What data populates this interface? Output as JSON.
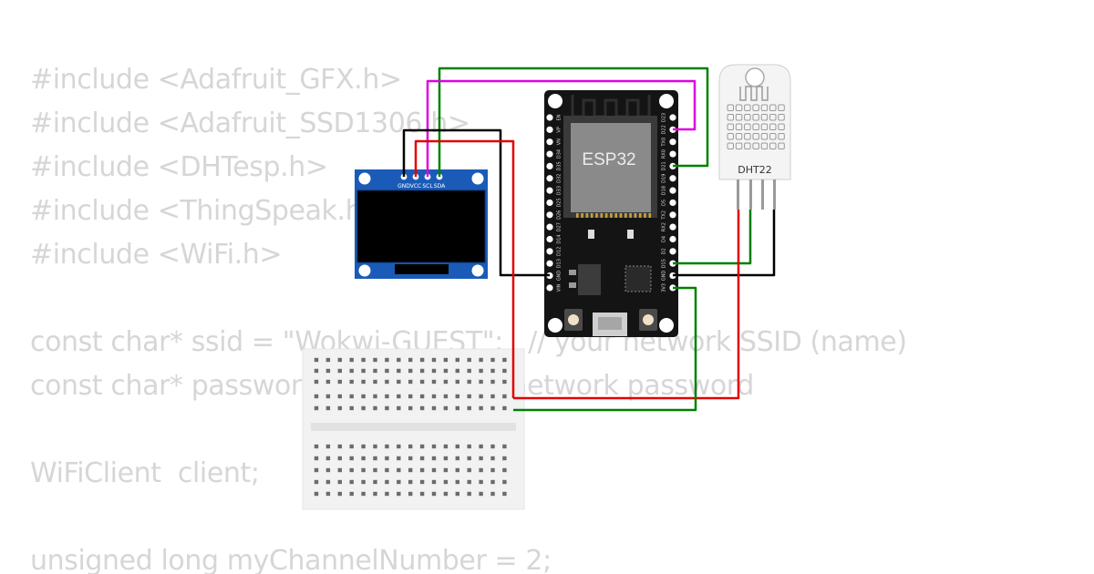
{
  "code_lines": [
    "#include <Adafruit_GFX.h>",
    "#include <Adafruit_SSD1306.h>",
    "#include <DHTesp.h>",
    "#include <ThingSpeak.h>",
    "#include <WiFi.h>",
    "",
    "const char* ssid = \"Wokwi-GUEST\";   // your network SSID (name)",
    "const char* password = \"\";   // your network password",
    "",
    "WiFiClient  client;",
    "",
    "unsigned long myChannelNumber = 2;"
  ],
  "oled": {
    "pin_labels": [
      "GND",
      "VCC",
      "SCL",
      "SDA"
    ]
  },
  "esp32": {
    "label": "ESP32",
    "left_pins": [
      "EN",
      "VP",
      "VN",
      "D34",
      "D35",
      "D32",
      "D33",
      "D25",
      "D26",
      "D27",
      "D14",
      "D12",
      "D13",
      "GND",
      "VIN"
    ],
    "right_pins": [
      "D23",
      "D22",
      "TX0",
      "RX0",
      "D21",
      "D19",
      "D18",
      "D5",
      "TX2",
      "RX2",
      "D4",
      "D2",
      "D15",
      "GND",
      "3V3"
    ]
  },
  "dht22": {
    "label": "DHT22"
  },
  "wire_colors": {
    "green": "#008000",
    "magenta": "#e000e0",
    "black": "#000000",
    "red": "#e00000"
  }
}
